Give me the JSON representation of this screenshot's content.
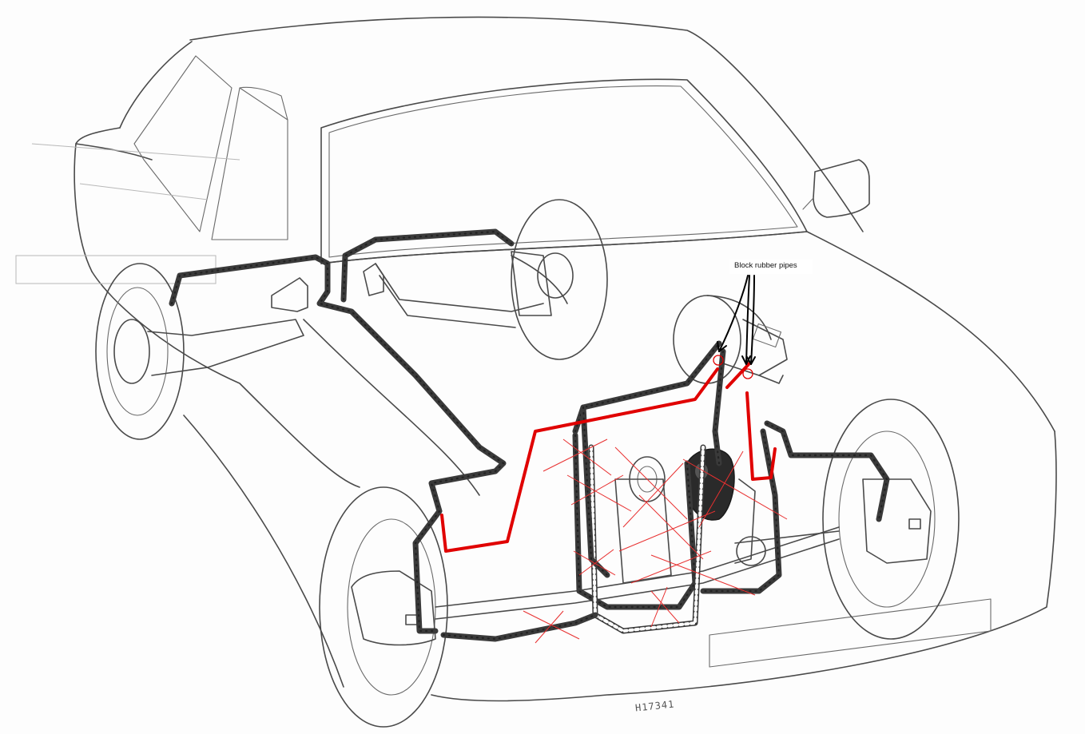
{
  "annotation": {
    "text": "Block rubber pipes"
  },
  "figure_code": "H17341",
  "colors": {
    "line_art": "#4a4a4a",
    "marker_red": "#e00000",
    "arrow_black": "#000000",
    "background": "#fdfdfd"
  },
  "icons": {
    "arrow": "black-pointer-arrow",
    "cross": "red-x-mark",
    "ring": "red-circle-marker"
  }
}
